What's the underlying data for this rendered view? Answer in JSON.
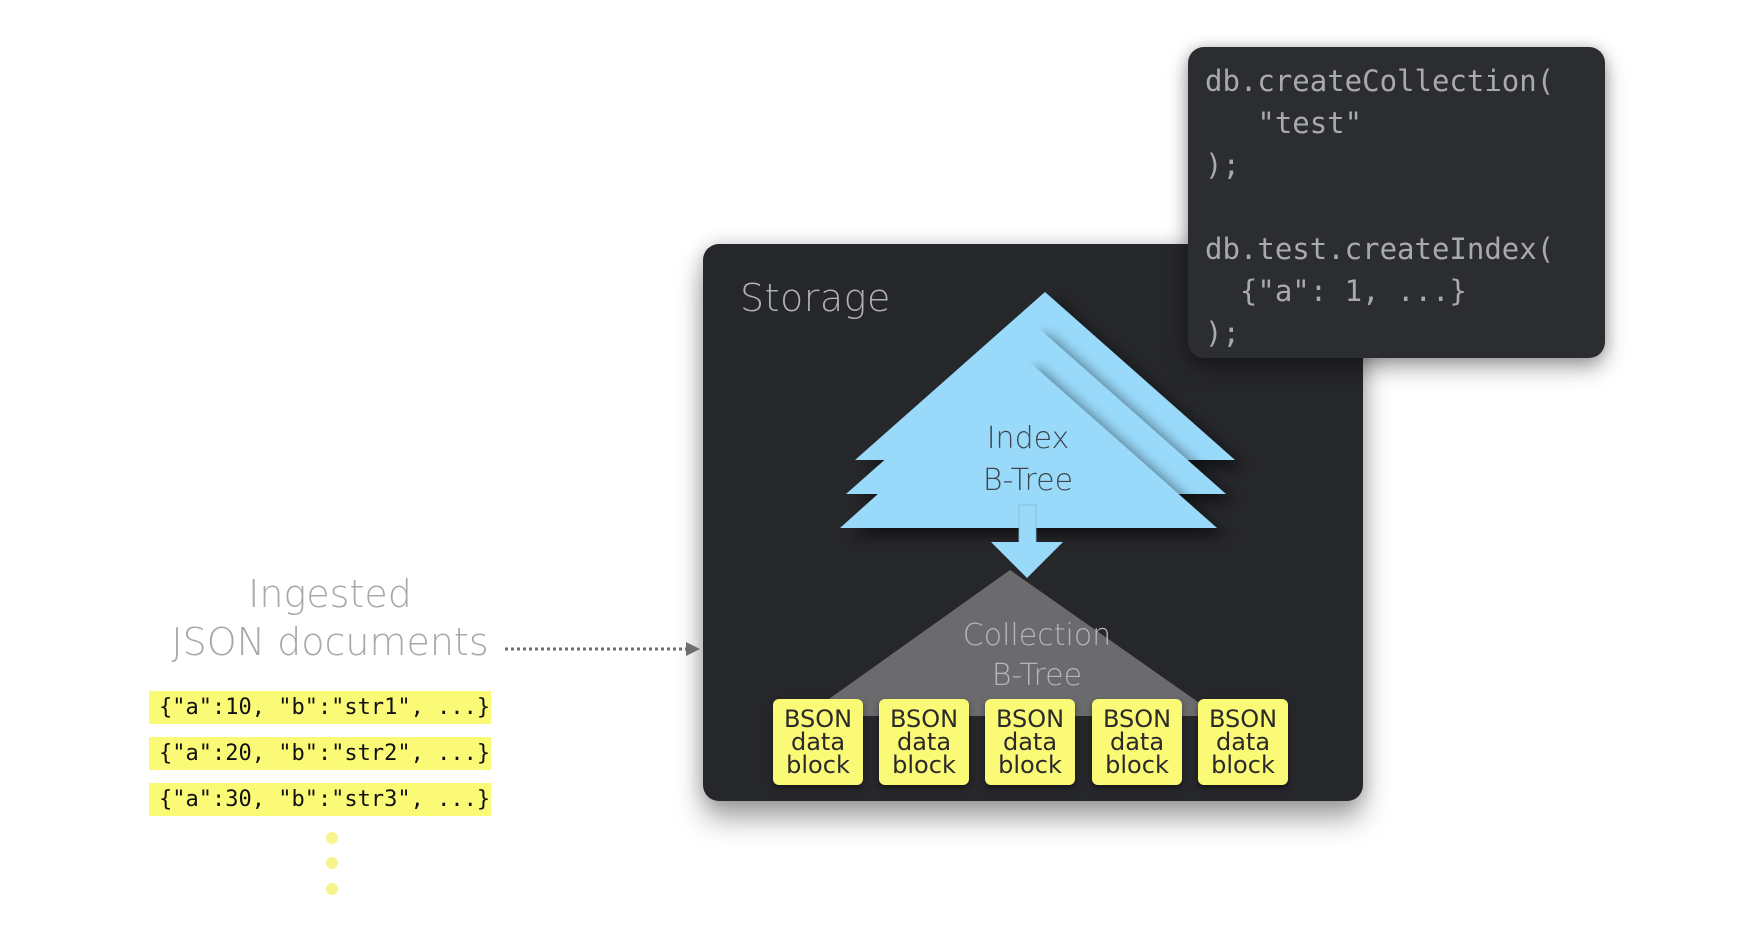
{
  "storage": {
    "title": "Storage",
    "index_tree": {
      "line1": "Index",
      "line2": "B-Tree",
      "layers": 3
    },
    "collection_tree": {
      "line1": "Collection",
      "line2": "B-Tree"
    },
    "blocks": [
      {
        "line1": "BSON",
        "line2": "data",
        "line3": "block"
      },
      {
        "line1": "BSON",
        "line2": "data",
        "line3": "block"
      },
      {
        "line1": "BSON",
        "line2": "data",
        "line3": "block"
      },
      {
        "line1": "BSON",
        "line2": "data",
        "line3": "block"
      },
      {
        "line1": "BSON",
        "line2": "data",
        "line3": "block"
      }
    ]
  },
  "code": {
    "lines": [
      "db.createCollection(",
      "   \"test\"",
      ");",
      "",
      "db.test.createIndex(",
      "  {\"a\": 1, ...}",
      ");"
    ]
  },
  "ingest": {
    "title_line1": "Ingested",
    "title_line2": "JSON documents",
    "documents": [
      "{\"a\":10, \"b\":\"str1\", ...}",
      "{\"a\":20, \"b\":\"str2\", ...}",
      "{\"a\":30, \"b\":\"str3\", ...}"
    ],
    "continuation": "ellipsis-dots-vertical"
  },
  "colors": {
    "panel_dark": "#26272b",
    "code_panel": "#2c2d31",
    "index_tree": "#99dafb",
    "collection_tree": "#6b6b6d",
    "highlight_yellow": "#fbfa77",
    "arrow_gray": "#6e6e6e"
  }
}
